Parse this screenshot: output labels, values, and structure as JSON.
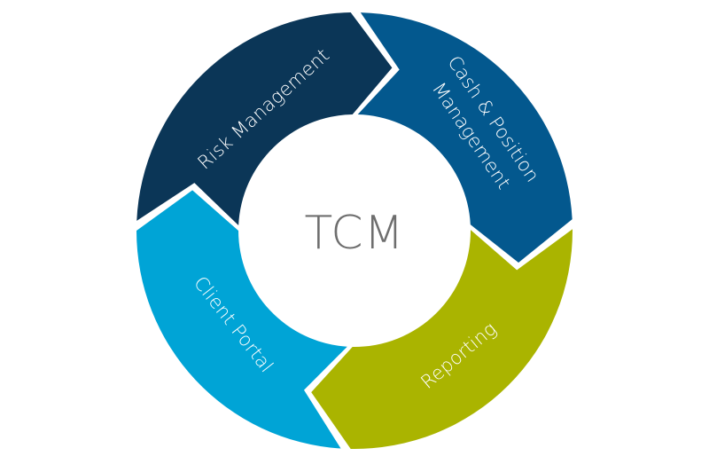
{
  "diagram": {
    "center_label": "TCM",
    "segments": [
      {
        "id": "risk-management",
        "lines": [
          "Risk Management"
        ],
        "color": "#0b3657"
      },
      {
        "id": "cash-position-management",
        "lines": [
          "Cash & Position",
          "Management"
        ],
        "color": "#03588e"
      },
      {
        "id": "reporting",
        "lines": [
          "Reporting"
        ],
        "color": "#aab400"
      },
      {
        "id": "client-portal",
        "lines": [
          "Client Portal"
        ],
        "color": "#00a4d6"
      }
    ]
  }
}
